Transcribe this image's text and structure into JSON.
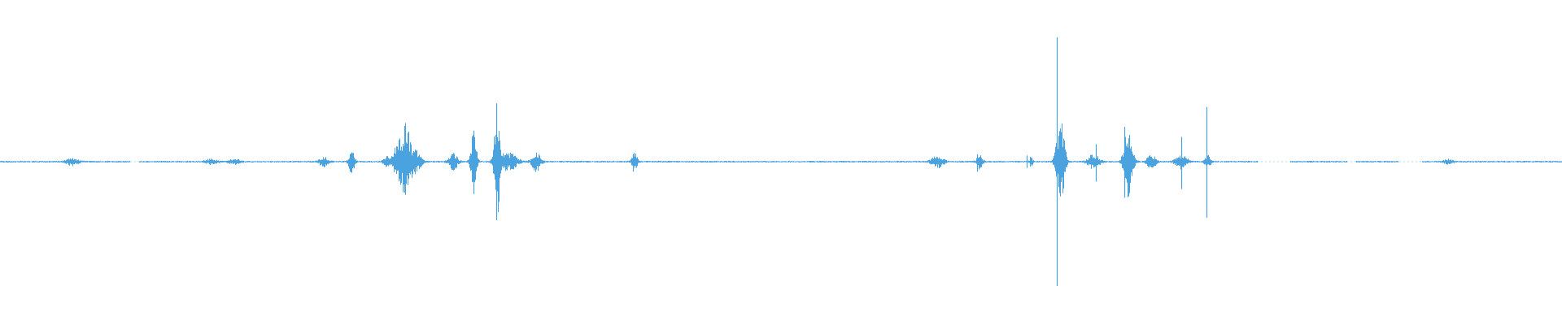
{
  "colors": {
    "waveform": "#4aa3df",
    "background": "#ffffff"
  },
  "chart_data": {
    "type": "waveform",
    "title": "",
    "xlabel": "",
    "ylabel": "",
    "axes_visible": false,
    "grid": false,
    "x_unit": "fraction-of-clip",
    "y_unit": "normalized-amplitude",
    "ylim": [
      -1,
      1
    ],
    "noise_floor": 0.007,
    "quiet_gaps": [
      [
        0.083,
        0.089
      ],
      [
        0.805,
        0.826
      ],
      [
        0.862,
        0.868
      ],
      [
        0.895,
        0.91
      ]
    ],
    "bursts": [
      {
        "x": 0.046,
        "peak": 0.03,
        "spread": 0.004
      },
      {
        "x": 0.135,
        "peak": 0.02,
        "spread": 0.004
      },
      {
        "x": 0.15,
        "peak": 0.02,
        "spread": 0.004
      },
      {
        "x": 0.207,
        "peak": 0.04,
        "spread": 0.003
      },
      {
        "x": 0.225,
        "peak": 0.11,
        "spread": 0.002
      },
      {
        "x": 0.247,
        "peak": 0.04,
        "spread": 0.002
      },
      {
        "x": 0.255,
        "peak": 0.16,
        "spread": 0.004
      },
      {
        "x": 0.26,
        "peak": 0.27,
        "spread": 0.003
      },
      {
        "x": 0.266,
        "peak": 0.09,
        "spread": 0.004
      },
      {
        "x": 0.29,
        "peak": 0.07,
        "spread": 0.003
      },
      {
        "x": 0.303,
        "peak": 0.25,
        "spread": 0.002
      },
      {
        "x": 0.318,
        "peak": 0.47,
        "spread": 0.002
      },
      {
        "x": 0.325,
        "peak": 0.08,
        "spread": 0.006
      },
      {
        "x": 0.343,
        "peak": 0.08,
        "spread": 0.003
      },
      {
        "x": 0.406,
        "peak": 0.07,
        "spread": 0.002
      },
      {
        "x": 0.6,
        "peak": 0.05,
        "spread": 0.004
      },
      {
        "x": 0.627,
        "peak": 0.06,
        "spread": 0.002
      },
      {
        "x": 0.66,
        "peak": 0.05,
        "spread": 0.001
      },
      {
        "x": 0.677,
        "peak": 0.2,
        "spread": 0.002
      },
      {
        "x": 0.68,
        "peak": 0.3,
        "spread": 0.002
      },
      {
        "x": 0.7,
        "peak": 0.06,
        "spread": 0.004
      },
      {
        "x": 0.722,
        "peak": 0.28,
        "spread": 0.003
      },
      {
        "x": 0.737,
        "peak": 0.06,
        "spread": 0.003
      },
      {
        "x": 0.756,
        "peak": 0.06,
        "spread": 0.004
      },
      {
        "x": 0.773,
        "peak": 0.05,
        "spread": 0.002
      },
      {
        "x": 0.927,
        "peak": 0.02,
        "spread": 0.003
      }
    ],
    "spikes": [
      {
        "x": 0.224,
        "top": 0.06,
        "bottom": 0.08
      },
      {
        "x": 0.255,
        "top": 0.12,
        "bottom": 0.05
      },
      {
        "x": 0.259,
        "top": 0.27,
        "bottom": 0.25
      },
      {
        "x": 0.29,
        "top": 0.07,
        "bottom": 0.07
      },
      {
        "x": 0.303,
        "top": 0.25,
        "bottom": 0.26
      },
      {
        "x": 0.3175,
        "top": 0.47,
        "bottom": 0.47
      },
      {
        "x": 0.405,
        "top": 0.06,
        "bottom": 0.08
      },
      {
        "x": 0.6255,
        "top": 0.06,
        "bottom": 0.08
      },
      {
        "x": 0.6575,
        "top": 0.05,
        "bottom": 0.05
      },
      {
        "x": 0.6765,
        "top": 1.0,
        "bottom": 1.0
      },
      {
        "x": 0.7015,
        "top": 0.14,
        "bottom": 0.16
      },
      {
        "x": 0.72,
        "top": 0.28,
        "bottom": 0.29
      },
      {
        "x": 0.7565,
        "top": 0.2,
        "bottom": 0.22
      },
      {
        "x": 0.7725,
        "top": 0.44,
        "bottom": 0.45
      }
    ]
  }
}
